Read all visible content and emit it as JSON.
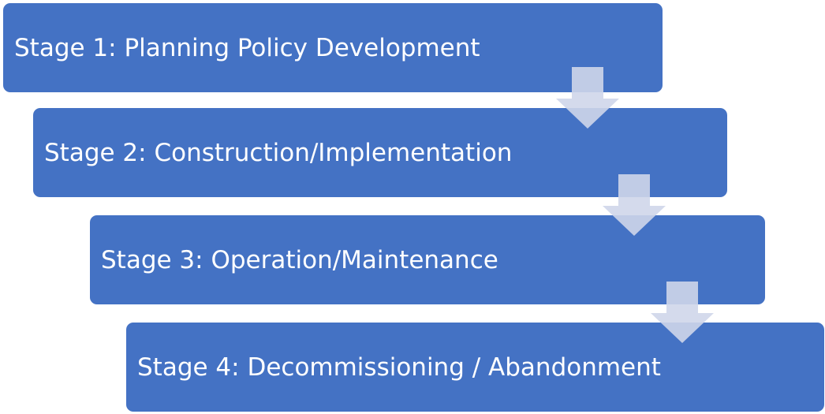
{
  "diagram": {
    "stages": [
      {
        "label": "Stage 1: Planning Policy Development"
      },
      {
        "label": "Stage 2: Construction/Implementation"
      },
      {
        "label": "Stage 3: Operation/Maintenance"
      },
      {
        "label": "Stage 4: Decommissioning / Abandonment"
      }
    ],
    "colors": {
      "box": "#4472c4",
      "arrow": "#cfd6ea"
    },
    "arrow_icon": "down-arrow-icon"
  }
}
